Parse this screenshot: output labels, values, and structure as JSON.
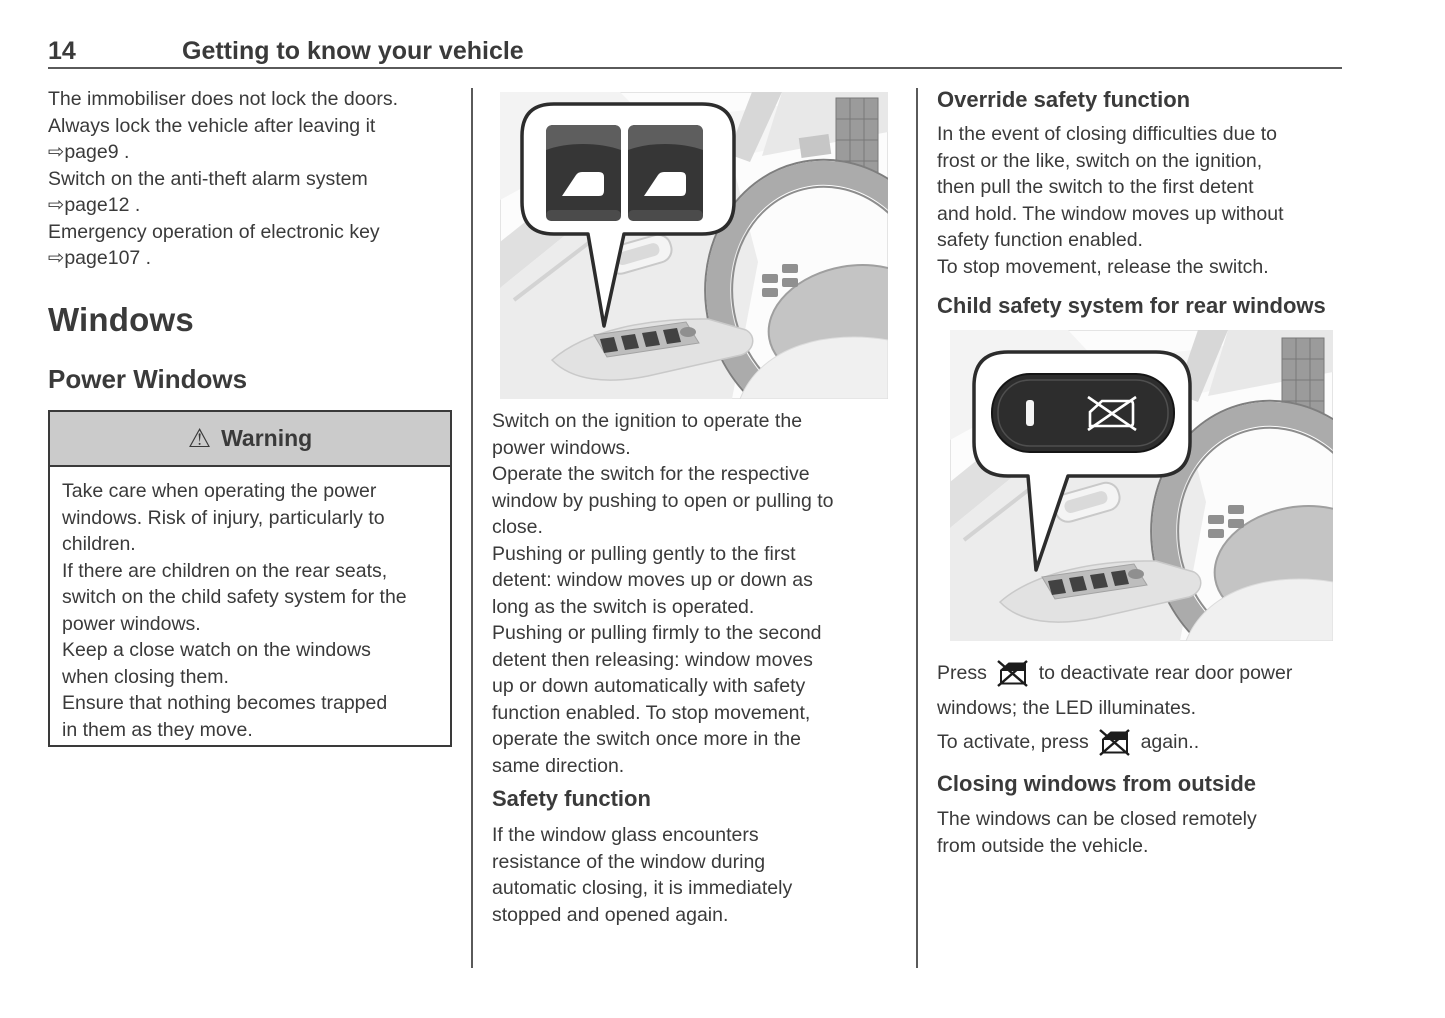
{
  "header": {
    "page_number": "14",
    "title": "Getting to know your vehicle"
  },
  "left": {
    "intro": "The immobiliser does not lock the doors.\nAlways lock the vehicle after leaving it\n⇨page9 .\nSwitch on the anti-theft alarm system\n⇨page12 .\nEmergency operation of electronic key\n⇨page107 .",
    "windows_heading": "Windows",
    "power_windows_heading": "Power Windows",
    "warning": {
      "icon_glyph": "⚠",
      "icon_name": "warning-triangle-icon",
      "title": "Warning",
      "body": "Take care when operating the power\nwindows. Risk of injury, particularly to\nchildren.\nIf there are children on the rear seats,\nswitch on the child safety system for the\npower windows.\nKeep a close watch on the windows\nwhen closing them.\nEnsure that nothing becomes trapped\nin them as they move."
    }
  },
  "middle": {
    "illustration": "power-window-switches-on-driver-door",
    "para1": "Switch on the ignition to operate the\npower windows.\nOperate the switch for the respective\nwindow by pushing to open or pulling to\nclose.\nPushing or pulling gently to the first\ndetent: window moves up or down as\nlong as the switch is operated.\nPushing or pulling firmly to the second\ndetent then releasing: window moves\nup or down automatically with safety\nfunction enabled. To stop movement,\noperate the switch once more in the\nsame direction.",
    "safety_heading": "Safety function",
    "safety_para": "If the window glass encounters\nresistance of the window during\nautomatic closing, it is immediately\nstopped and opened again."
  },
  "right": {
    "override_heading": "Override safety function",
    "override_para": "In the event of closing difficulties due to\nfrost or the like, switch on the ignition,\nthen pull the switch to the first detent\nand hold. The window moves up without\nsafety function enabled.\nTo stop movement, release the switch.",
    "child_heading": "Child safety system for rear windows",
    "illustration": "child-safety-rear-window-button-on-driver-door",
    "press_line": {
      "before": "Press",
      "icon": "rear-window-disable-icon",
      "after": "to deactivate rear door power\nwindows; the LED illuminates."
    },
    "activate_line": {
      "before": "To activate, press",
      "icon": "rear-window-disable-icon",
      "after": "again.."
    },
    "closing_heading": "Closing windows from outside",
    "closing_para": "The windows can be closed remotely\nfrom outside the vehicle."
  }
}
